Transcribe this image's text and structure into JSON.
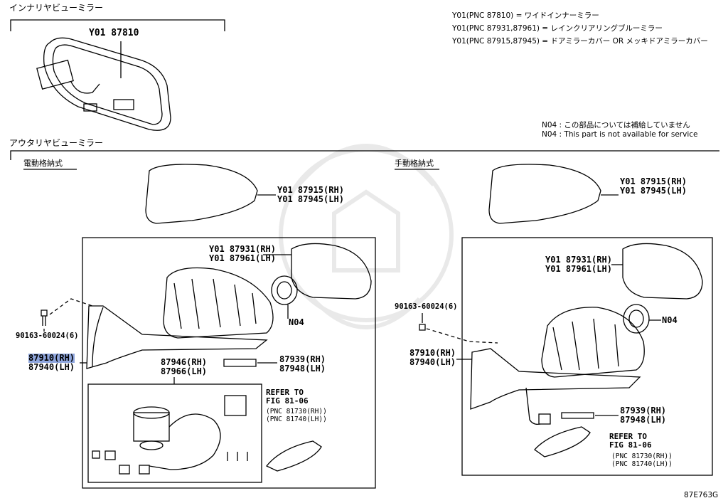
{
  "sections": {
    "inner_mirror_title": "インナリヤビューミラー",
    "outer_mirror_title": "アウタリヤビューミラー",
    "power_fold": "電動格納式",
    "manual_fold": "手動格納式"
  },
  "notes": {
    "line1": "Y01(PNC 87810) = ワイドインナーミラー",
    "line2": "Y01(PNC 87931,87961) = レインクリアリングブルーミラー",
    "line3": "Y01(PNC 87915,87945) = ドアミラーカバー OR メッキドアミラーカバー",
    "n04_jp": "N04 :  この部品については補給していません",
    "n04_en": "N04 :  This part is not available for service"
  },
  "labels": {
    "inner_mirror": "Y01 87810",
    "left_cover": "Y01 87915(RH)\nY01 87945(LH)",
    "left_glass": "Y01 87931(RH)\nY01 87961(LH)",
    "left_screw": "90163-60024(6)",
    "left_mirror_rh": "87910(RH)",
    "left_mirror_lh": "87940(LH)",
    "left_n04": "N04",
    "left_motor": "87946(RH)\n87966(LH)",
    "left_lamp": "87939(RH)\n87948(LH)",
    "left_refer": "REFER TO\nFIG 81-06",
    "left_refer_pnc": "(PNC 81730(RH))\n(PNC 81740(LH))",
    "right_cover": "Y01 87915(RH)\nY01 87945(LH)",
    "right_glass": "Y01 87931(RH)\nY01 87961(LH)",
    "right_screw": "90163-60024(6)",
    "right_n04": "N04",
    "right_mirror": "87910(RH)\n87940(LH)",
    "right_lamp": "87939(RH)\n87948(LH)",
    "right_refer": "REFER TO\nFIG 81-06",
    "right_refer_pnc": "(PNC 81730(RH))\n(PNC 81740(LH))",
    "figure_code": "87E763G"
  }
}
